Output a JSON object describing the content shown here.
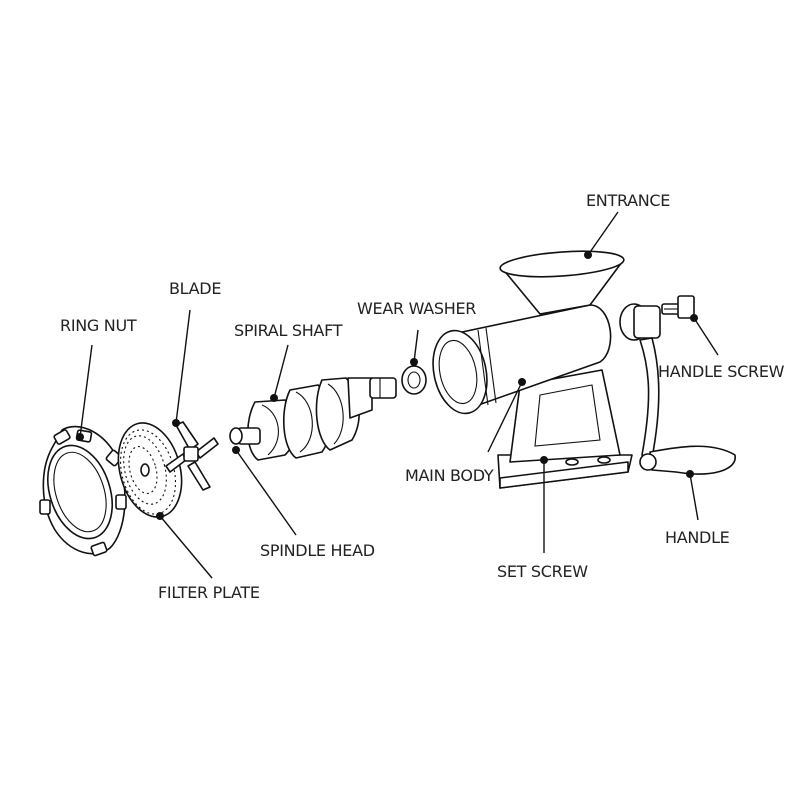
{
  "labels": {
    "ring_nut": "RING NUT",
    "blade": "BLADE",
    "spiral_shaft": "SPIRAL SHAFT",
    "wear_washer": "WEAR WASHER",
    "entrance": "ENTRANCE",
    "handle_screw": "HANDLE SCREW",
    "main_body": "MAIN BODY",
    "handle": "HANDLE",
    "set_screw": "SET SCREW",
    "spindle_head": "SPINDLE HEAD",
    "filter_plate": "FILTER PLATE"
  },
  "colors": {
    "line": "#111111",
    "text": "#222222",
    "background": "#ffffff"
  }
}
